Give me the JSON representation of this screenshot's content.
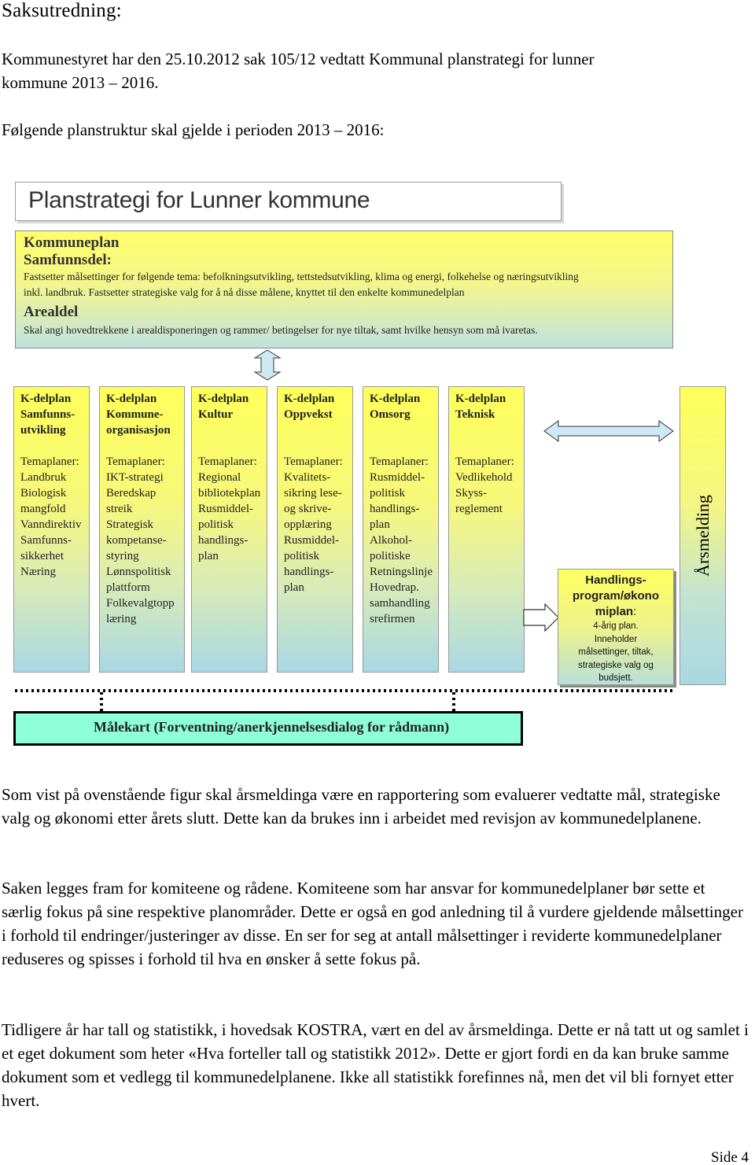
{
  "heading": "Saksutredning:",
  "intro_line1": "Kommunestyret har den 25.10.2012 sak 105/12 vedtatt Kommunal planstrategi for lunner",
  "intro_line2": "kommune 2013 – 2016.",
  "intro_structure": "Følgende planstruktur skal gjelde i perioden 2013 – 2016:",
  "diagram": {
    "title": "Planstrategi for Lunner kommune",
    "kommuneplan": {
      "heading1": "Kommuneplan",
      "heading2": "Samfunnsdel:",
      "text1": "Fastsetter målsettinger for følgende tema: befolkningsutvikling, tettstedsutvikling, klima og energi, folkehelse og næringsutvikling",
      "text2": "inkl. landbruk. Fastsetter strategiske valg for å nå disse målene, knyttet til den enkelte kommunedelplan",
      "heading3": "Arealdel",
      "text3": "Skal angi hovedtrekkene i arealdisponeringen og rammer/ betingelser for nye tiltak, samt hvilke hensyn som må ivaretas."
    },
    "columns": [
      {
        "head": "K-delplan\nSamfunns-\nutvikling",
        "body": "Temaplaner:\nLandbruk\nBiologisk\nmangfold\nVanndirektiv\nSamfunns-\nsikkerhet\nNæring"
      },
      {
        "head": "K-delplan\nKommune-\norganisasjon",
        "body": "Temaplaner:\nIKT-strategi\nBeredskap\nstreik\nStrategisk\nkompetanse-\nstyring\nLønnspolitisk\nplattform\nFolkevalgtopp\nlæring"
      },
      {
        "head": "K-delplan\nKultur",
        "body": "Temaplaner:\nRegional\nbibliotekplan\nRusmiddel-\npolitisk\nhandlings-\nplan"
      },
      {
        "head": "K-delplan\nOppvekst",
        "body": "Temaplaner:\nKvalitets-\nsikring lese-\nog skrive-\nopplæring\nRusmiddel-\npolitisk\nhandlings-\nplan"
      },
      {
        "head": "K-delplan\nOmsorg",
        "body": "Temaplaner:\nRusmiddel-\npolitisk\nhandlings-\nplan\nAlkohol-\npolitiske\nRetningslinje\n Hovedrap.\nsamhandling\nsrefirmen"
      },
      {
        "head": "K-delplan\nTeknisk",
        "body": "Temaplaner:\nVedlikehold\nSkyss-\nreglement"
      }
    ],
    "handlingsprogram": {
      "title1": "Handlings-",
      "title2": "program/økono",
      "title3": "miplan",
      "title3_suffix": ":",
      "line1": "4-årig plan.",
      "line2": "Inneholder",
      "line3": "målsettinger, tiltak,",
      "line4": "strategiske valg og",
      "line5": "budsjett."
    },
    "arsmelding": "Årsmelding",
    "malekart": "Målekart (Forventning/anerkjennelsesdialog for rådmann)"
  },
  "paragraphs": {
    "p1": "Som vist på ovenstående figur skal årsmeldinga være en rapportering som evaluerer vedtatte mål, strategiske valg og økonomi etter årets slutt. Dette kan da brukes inn i arbeidet med revisjon av kommunedelplanene.",
    "p2": "Saken legges fram for komiteene og rådene. Komiteene som har ansvar for kommunedelplaner bør sette et særlig fokus på sine respektive planområder. Dette er også en god anledning til å vurdere gjeldende målsettinger i forhold til endringer/justeringer av disse. En ser for seg at antall målsettinger i reviderte kommunedelplaner reduseres og spisses i forhold til hva en ønsker å sette fokus på.",
    "p3": "Tidligere år har tall og statistikk, i hovedsak KOSTRA, vært en del av årsmeldinga. Dette er nå tatt ut og samlet i et eget dokument som heter «Hva forteller tall og statistikk 2012». Dette er gjort fordi en da kan bruke samme dokument som et vedlegg til kommunedelplanene. Ikke all statistikk forefinnes nå, men det vil bli fornyet etter hvert."
  },
  "page_number": "Side 4"
}
